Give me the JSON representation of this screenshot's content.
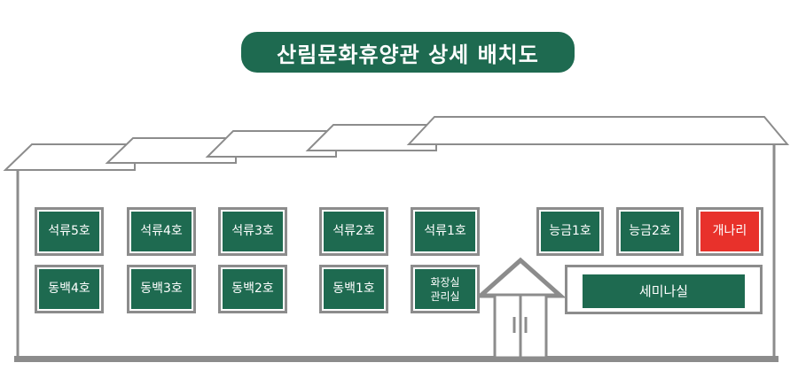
{
  "title": "산림문화휴양관 상세 배치도",
  "rooms_top": [
    "석류5호",
    "석류4호",
    "석류3호",
    "석류2호",
    "석류1호",
    "능금1호",
    "능금2호",
    "개나리"
  ],
  "rooms_bottom": [
    "동백4호",
    "동백3호",
    "동백2호",
    "동백1호"
  ],
  "restroom_lines": [
    "화장실",
    "관리실"
  ],
  "seminar": "세미나실",
  "highlight_room": "개나리",
  "colors": {
    "room_fill": "#1e6a50",
    "highlight_fill": "#e8312b",
    "outline": "#8c8c8c"
  }
}
